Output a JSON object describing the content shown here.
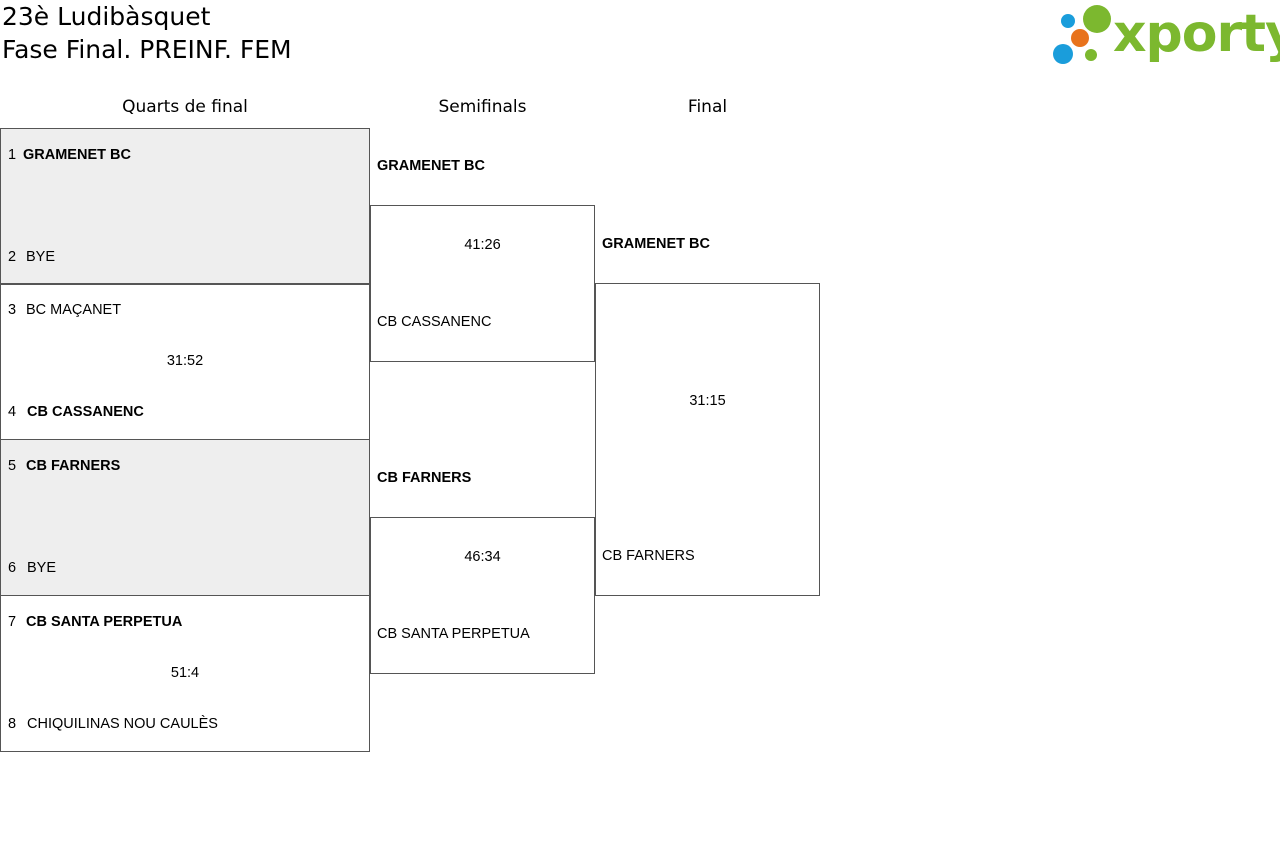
{
  "header": {
    "title_line1": "23è Ludibàsquet",
    "title_line2": "Fase Final. PREINF. FEM"
  },
  "logo": {
    "text": "xporty",
    "colors": {
      "green": "#7cb82f",
      "orange": "#e8731c",
      "blue": "#1a9ddb"
    }
  },
  "rounds": {
    "quarterfinals": "Quarts de final",
    "semifinals": "Semifinals",
    "final": "Final"
  },
  "quarterfinals": [
    {
      "top_seed": "1",
      "top_team": "GRAMENET BC",
      "bottom_seed": "2",
      "bottom_team": "BYE",
      "score": ""
    },
    {
      "top_seed": "3",
      "top_team": "BC MAÇANET",
      "bottom_seed": "4",
      "bottom_team": "CB CASSANENC",
      "score": "31:52"
    },
    {
      "top_seed": "5",
      "top_team": "CB FARNERS",
      "bottom_seed": "6",
      "bottom_team": "BYE",
      "score": ""
    },
    {
      "top_seed": "7",
      "top_team": "CB SANTA PERPETUA",
      "bottom_seed": "8",
      "bottom_team": "CHIQUILINAS NOU CAULÈS",
      "score": "51:4"
    }
  ],
  "semifinals": [
    {
      "top_team": "GRAMENET BC",
      "bottom_team": "CB CASSANENC",
      "score": "41:26"
    },
    {
      "top_team": "CB FARNERS",
      "bottom_team": "CB SANTA PERPETUA",
      "score": "46:34"
    }
  ],
  "final": {
    "top_team": "GRAMENET BC",
    "bottom_team": "CB FARNERS",
    "score": "31:15"
  },
  "styles": {
    "bye_match_background": "#eeeeee",
    "border": "#555555"
  }
}
